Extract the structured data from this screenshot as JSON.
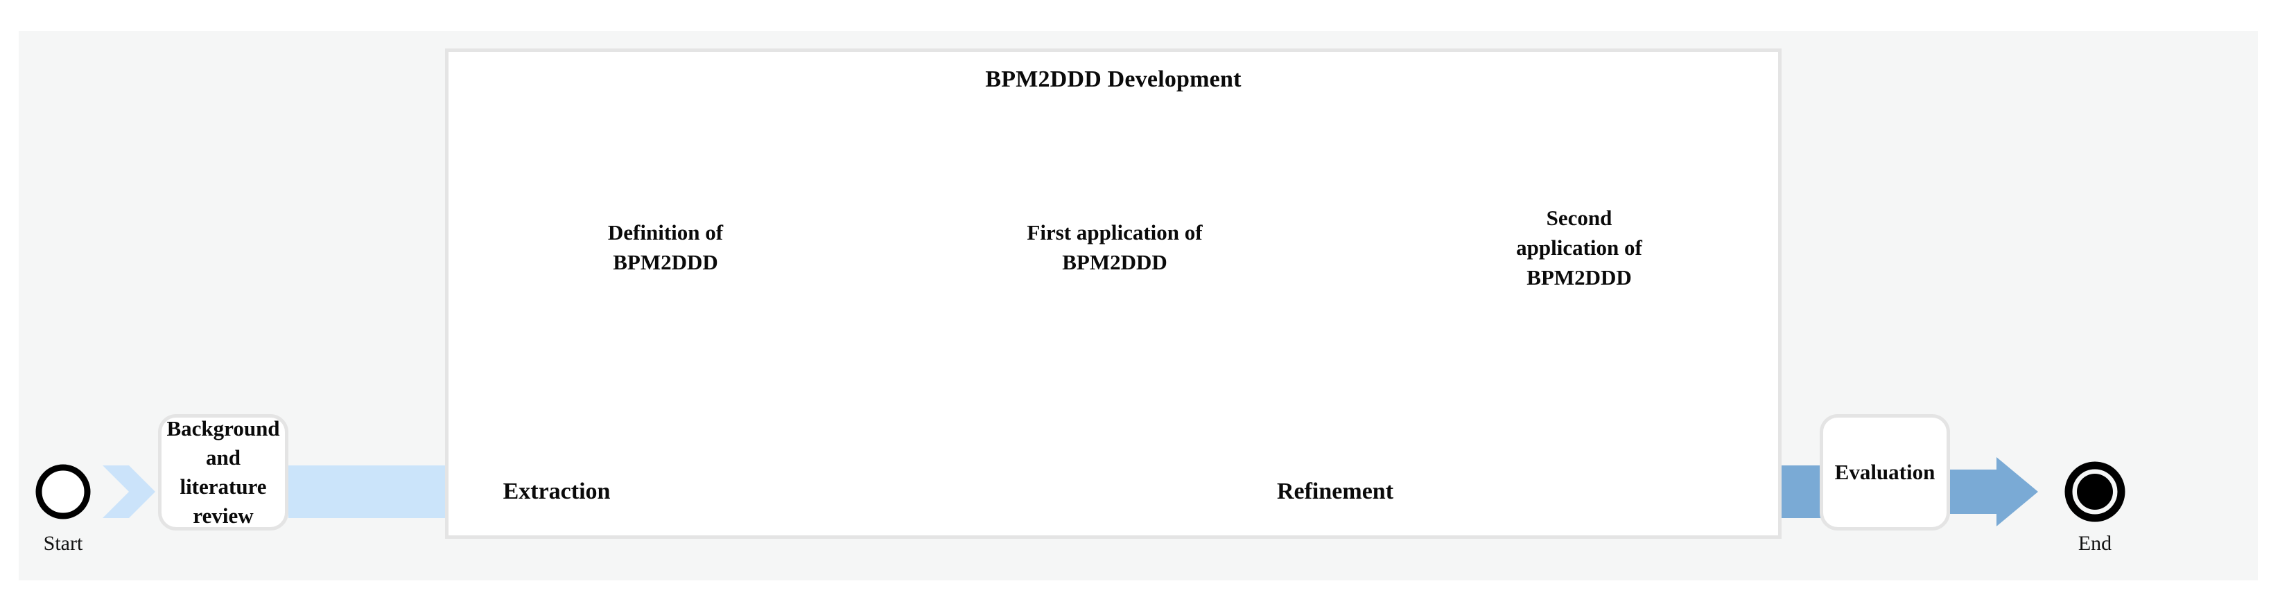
{
  "diagram": {
    "kind": "process-flow",
    "background_color": "#f5f6f6",
    "page_color": "#ffffff"
  },
  "container": {
    "title": "BPM2DDD Development",
    "border_color": "#e4e4e4",
    "fill_color": "#ffffff"
  },
  "terminators": {
    "start": {
      "label": "Start",
      "style": "thin-ring",
      "stroke": "#000000",
      "fill": "#ffffff"
    },
    "end": {
      "label": "End",
      "style": "thick-ring-filled",
      "stroke": "#000000",
      "fill": "#000000"
    }
  },
  "tasks": [
    {
      "id": "background",
      "label": "Background and\nliterature review"
    },
    {
      "id": "evaluation",
      "label": "Evaluation"
    }
  ],
  "phases": [
    {
      "id": "extraction",
      "label": "Extraction",
      "color": "#cbe3fa"
    },
    {
      "id": "refinement",
      "label": "Refinement",
      "color": "#7aaad5"
    }
  ],
  "cycles": [
    {
      "id": "definition",
      "label": "Definition of\nBPM2DDD",
      "ring_color": "#cbe3fa",
      "ring_shadow_color": "#8fc4f5",
      "hub_color": "#ffffff"
    },
    {
      "id": "first-application",
      "label": "First application of\nBPM2DDD",
      "ring_color": "#8fc4f5",
      "ring_shadow_color": "#7aaad5",
      "hub_color": "#ffffff"
    },
    {
      "id": "second-application",
      "label": "Second\napplication of\nBPM2DDD",
      "ring_color": "#7aaad5",
      "ring_shadow_color": "#6e97bd",
      "hub_color": "#ffffff"
    }
  ],
  "connectors": [
    {
      "id": "start-to-background",
      "shape": "chevron",
      "color": "#cbe3fa"
    },
    {
      "id": "background-to-extraction",
      "shape": "band",
      "color": "#cbe3fa"
    },
    {
      "id": "refinement-to-evaluation",
      "shape": "band",
      "color": "#7aaad5"
    },
    {
      "id": "evaluation-to-end",
      "shape": "arrow",
      "color": "#7aaad5"
    }
  ],
  "palette": {
    "very_light_blue": "#cbe3fa",
    "light_blue": "#8fc4f5",
    "medium_blue": "#7aaad5",
    "dark_blue_shadow": "#6e97bd",
    "border_gray": "#e4e4e4",
    "panel_gray": "#f5f6f6",
    "text_black": "#0a0a0a"
  }
}
